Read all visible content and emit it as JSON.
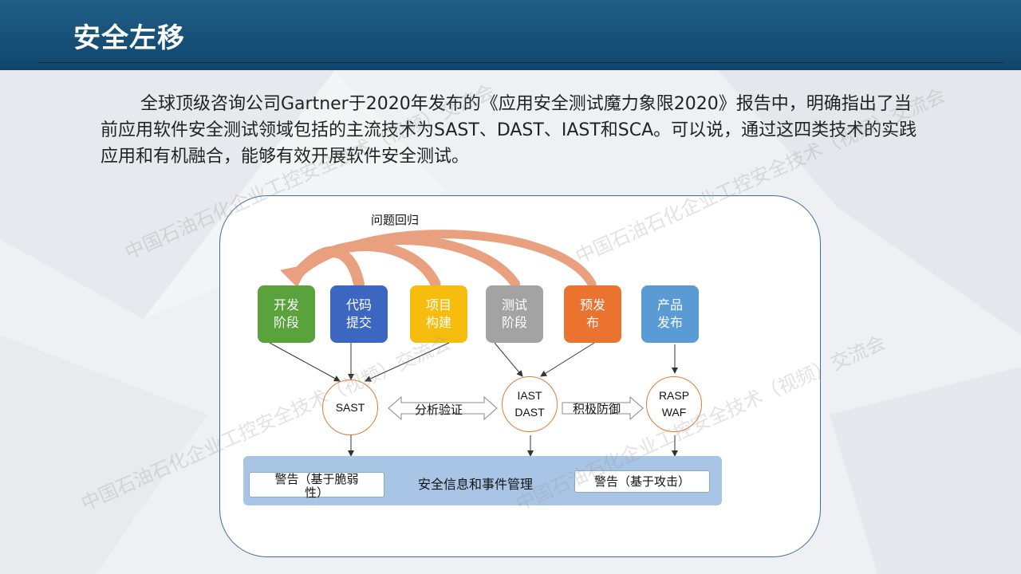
{
  "header": {
    "title": "安全左移"
  },
  "intro": "全球顶级咨询公司Gartner于2020年发布的《应用安全测试魔力象限2020》报告中，明确指出了当前应用软件安全测试领域包括的主流技术为SAST、DAST、IAST和SCA。可以说，通过这四类技术的实践应用和有机融合，能够有效开展软件安全测试。",
  "diagram": {
    "loop_label": "问题回归",
    "stages": [
      {
        "label": "开发\n阶段",
        "color": "#5aa33c"
      },
      {
        "label": "代码\n提交",
        "color": "#3c67c0"
      },
      {
        "label": "项目\n构建",
        "color": "#f7bd0e"
      },
      {
        "label": "测试\n阶段",
        "color": "#a3a3a3"
      },
      {
        "label": "预发\n布",
        "color": "#ea7330"
      },
      {
        "label": "产品\n发布",
        "color": "#5b9bd5"
      }
    ],
    "techs": [
      {
        "label": "SAST"
      },
      {
        "label": "IAST\nDAST"
      },
      {
        "label": "RASP\nWAF"
      }
    ],
    "arrow_labels": {
      "analyze": "分析验证",
      "defend": "积极防御"
    },
    "siem": {
      "label": "安全信息和事件管理",
      "alert_left": "警告（基于脆弱\n性）",
      "alert_right": "警告（基于攻击）"
    }
  },
  "watermark": "中国石油石化企业工控安全技术（视频）交流会",
  "colors": {
    "header": "#11466c",
    "loop_arrow": "#e8a07e",
    "circle_border": "#e07b39",
    "siem_bar": "#a9c5e6"
  }
}
